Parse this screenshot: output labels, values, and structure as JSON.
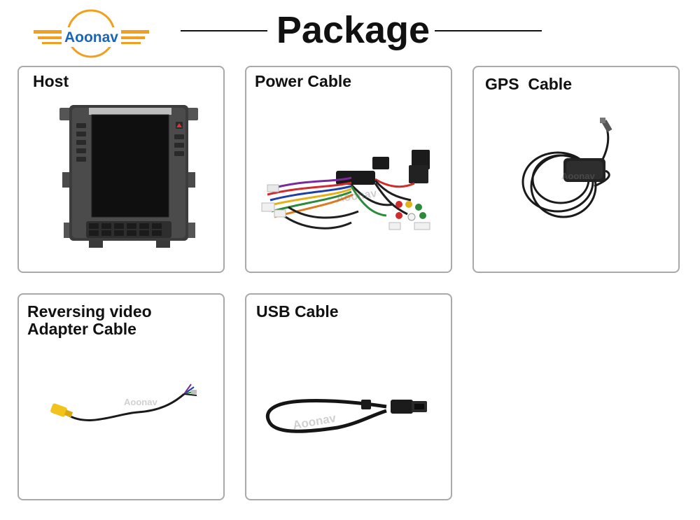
{
  "brand": {
    "logo_text": "Aoonav"
  },
  "header": {
    "title": "Package"
  },
  "items": [
    {
      "label": "Host"
    },
    {
      "label": "Power Cable"
    },
    {
      "label": "GPS  Cable"
    },
    {
      "label": "Reversing video\nAdapter Cable"
    },
    {
      "label": "USB Cable"
    }
  ],
  "colors": {
    "brand_blue": "#1a66b8",
    "brand_orange": "#f0a01e",
    "card_border": "#a9a9a9"
  }
}
